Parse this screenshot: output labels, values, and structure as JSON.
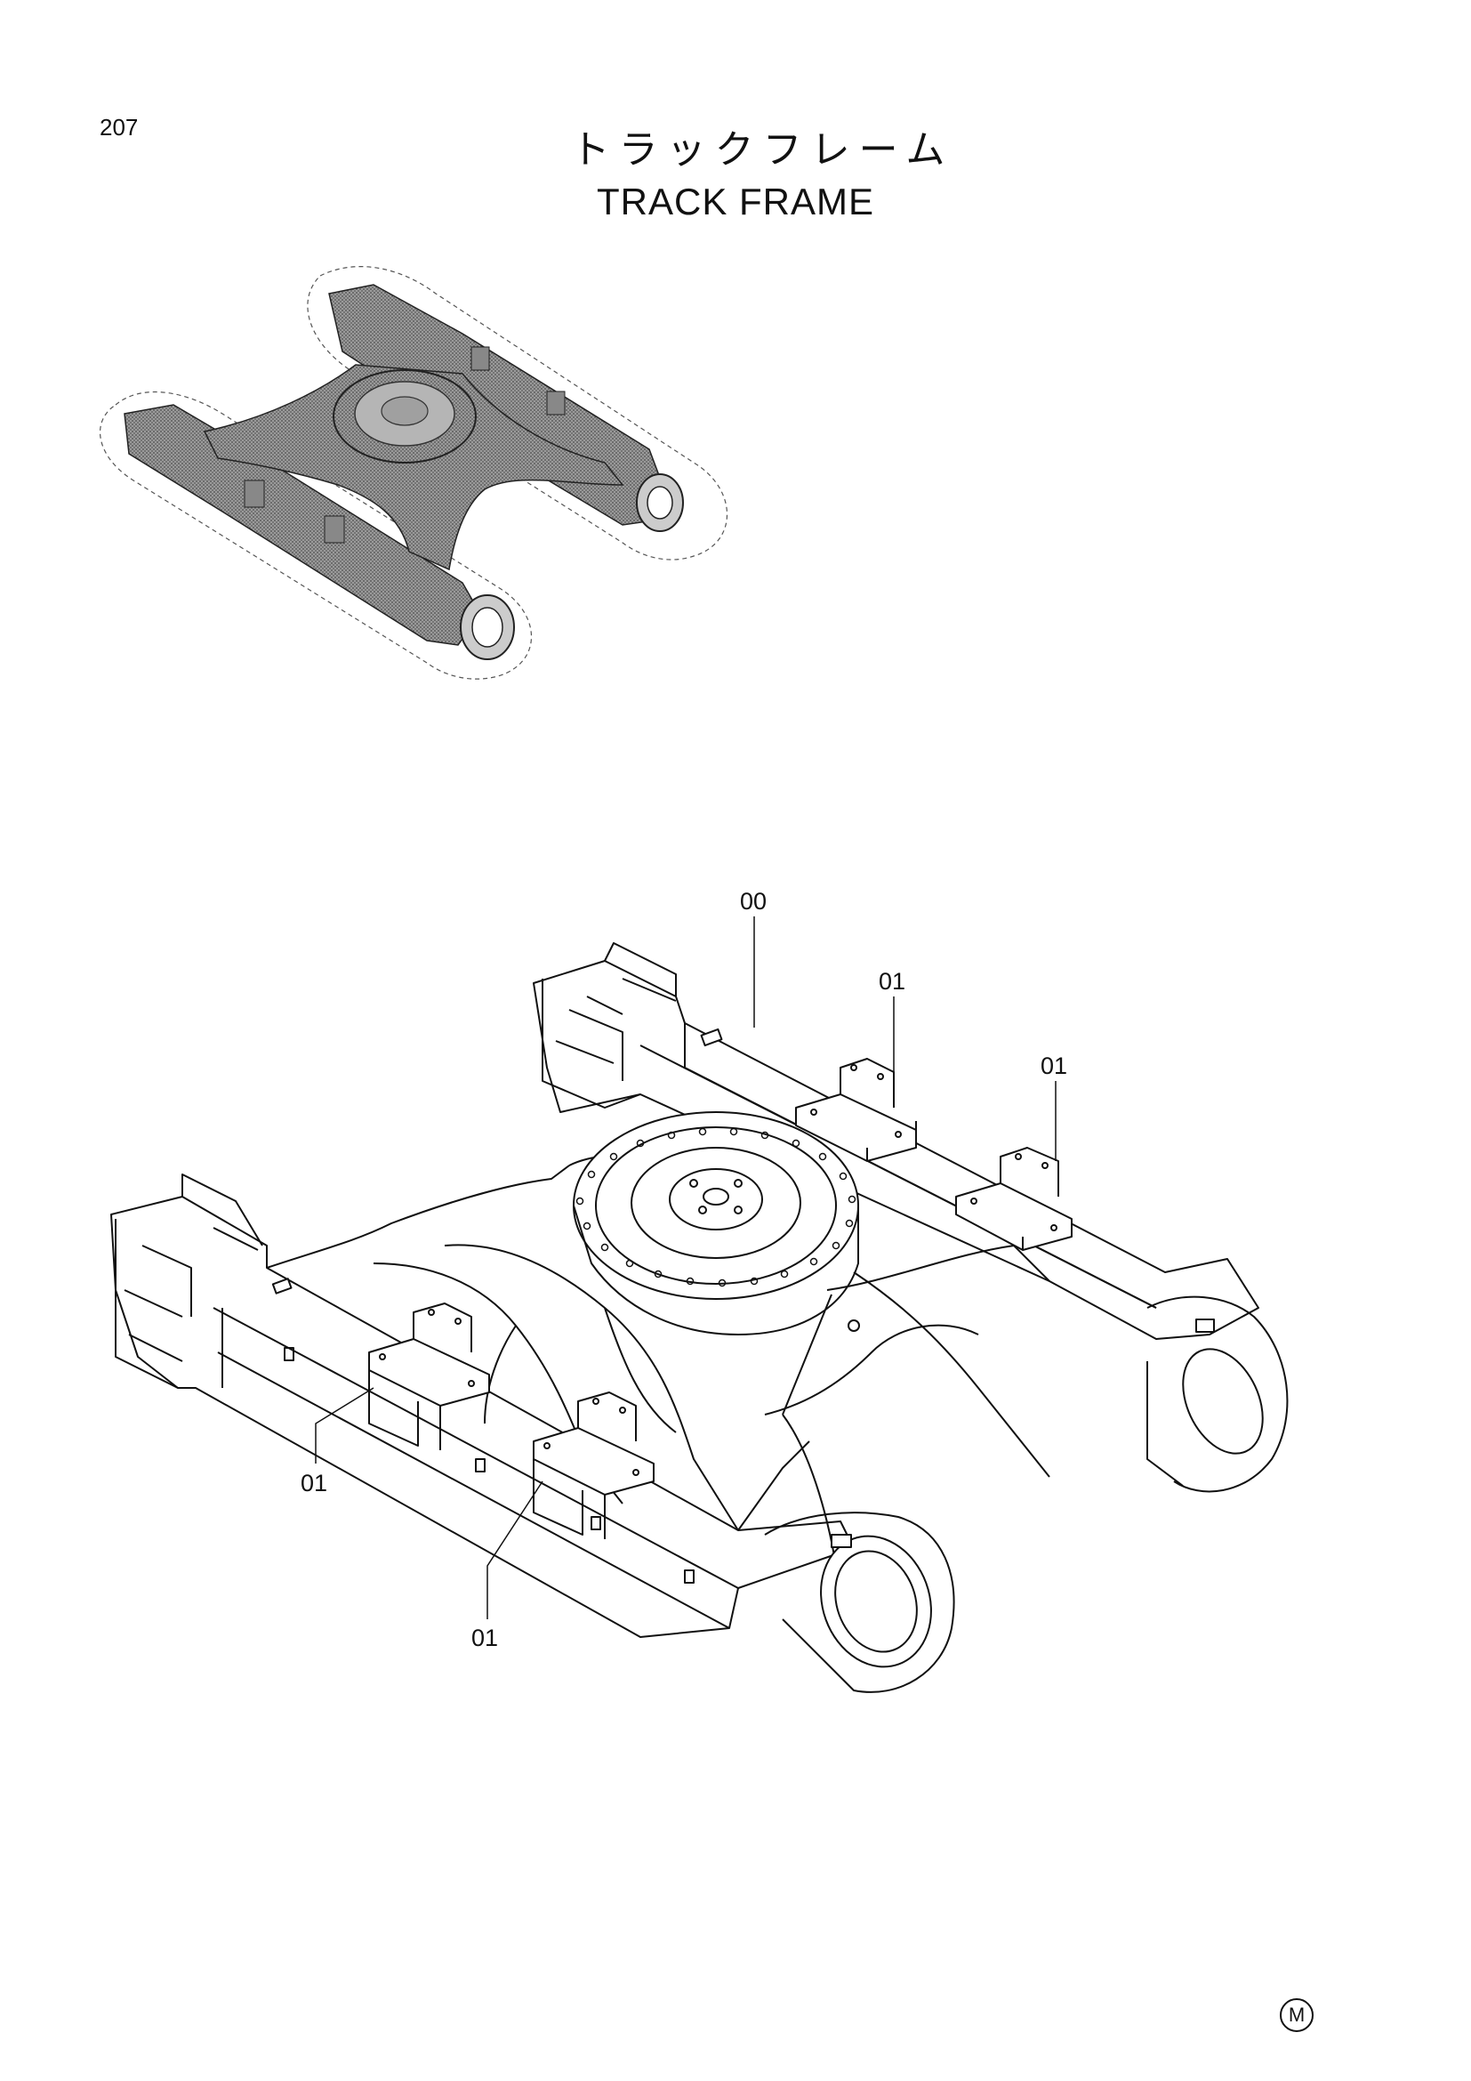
{
  "page": {
    "number": "207",
    "title_jp": "トラックフレーム",
    "title_en": "TRACK FRAME",
    "mark": "M"
  },
  "callouts": [
    {
      "id": "c1",
      "label": "00"
    },
    {
      "id": "c2",
      "label": "01"
    },
    {
      "id": "c3",
      "label": "01"
    },
    {
      "id": "c4",
      "label": "01"
    },
    {
      "id": "c5",
      "label": "01"
    }
  ]
}
